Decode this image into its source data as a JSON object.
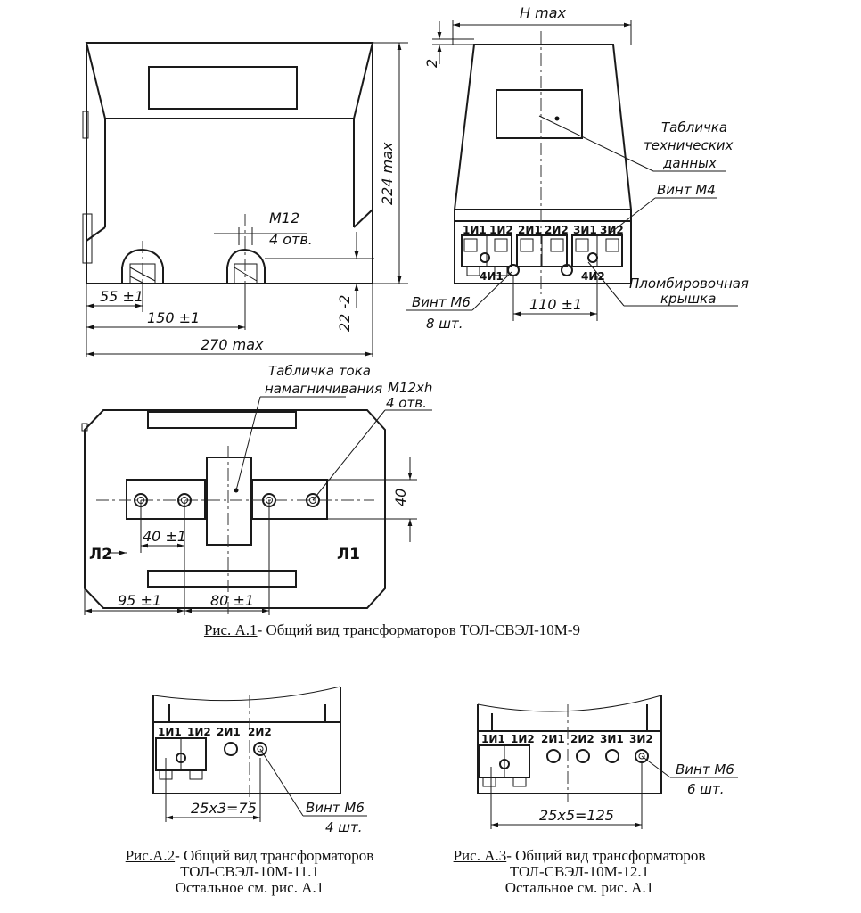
{
  "figure1": {
    "dims": {
      "h_max": "H max",
      "two": "2",
      "h224": "224 max",
      "m12": "M12",
      "m12_count": "4 отв.",
      "d55": "55 ±1",
      "d150": "150 ±1",
      "d270": "270 max",
      "d22": "22 -2",
      "d110": "110 ±1",
      "d40v": "40",
      "d40": "40 ±1",
      "d95": "95 ±1",
      "d80": "80 ±1"
    },
    "labels": {
      "plate_tech": [
        "Табличка",
        "технических",
        "данных"
      ],
      "screw_m4": "Винт М4",
      "seal_cover": [
        "Пломбировочная",
        "крышка"
      ],
      "screw_m6": [
        "Винт М6",
        "8 шт."
      ],
      "plate_current": [
        "Табличка тока",
        "намагничивания"
      ],
      "m12xh": [
        "M12xh",
        "4 отв."
      ],
      "l1": "Л1",
      "l2": "Л2"
    },
    "terminals": [
      "1И1",
      "1И2",
      "2И1",
      "2И2",
      "3И1",
      "3И2"
    ],
    "bottom_terminals": [
      "4И1",
      "4И2"
    ],
    "caption_ref": "Рис. А.1",
    "caption_text": "- Общий вид трансформаторов ТОЛ-СВЭЛ-10М-9"
  },
  "figure2": {
    "terminals": [
      "1И1",
      "1И2",
      "2И1",
      "2И2"
    ],
    "dim": "25x3=75",
    "screw": [
      "Винт М6",
      "4 шт."
    ],
    "caption_ref": "Рис.А.2",
    "caption_text": "- Общий вид трансформаторов",
    "caption_line2": "ТОЛ-СВЭЛ-10М-11.1",
    "caption_line3": "Остальное см. рис. А.1"
  },
  "figure3": {
    "terminals": [
      "1И1",
      "1И2",
      "2И1",
      "2И2",
      "3И1",
      "3И2"
    ],
    "dim": "25x5=125",
    "screw": [
      "Винт М6",
      "6 шт."
    ],
    "caption_ref": "Рис. А.3",
    "caption_text": "- Общий вид трансформаторов",
    "caption_line2": "ТОЛ-СВЭЛ-10М-12.1",
    "caption_line3": "Остальное см. рис. А.1"
  }
}
